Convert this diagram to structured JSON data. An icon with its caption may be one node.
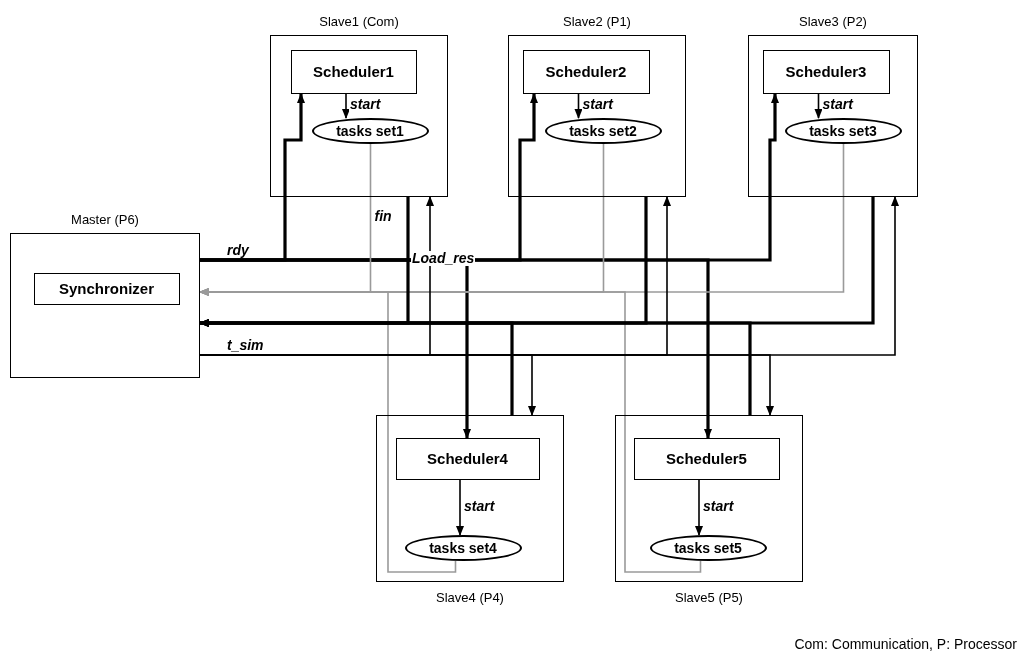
{
  "diagram": {
    "nodes": [
      {
        "text": [
          "Master (P6)"
        ]
      },
      {
        "text": [
          "Synchronizer"
        ],
        "in": 0
      },
      {
        "text": [
          "Slave1 (Com)"
        ]
      },
      {
        "text": [
          "Scheduler1"
        ],
        "in": 2
      },
      {
        "text": [
          "tasks set1"
        ],
        "in": 2
      },
      {
        "text": [
          "Slave2 (P1)"
        ]
      },
      {
        "text": [
          "Scheduler2"
        ],
        "in": 5
      },
      {
        "text": [
          "tasks set2"
        ],
        "in": 5
      },
      {
        "text": [
          "Slave3 (P2)"
        ]
      },
      {
        "text": [
          "Scheduler3"
        ],
        "in": 8
      },
      {
        "text": [
          "tasks set3"
        ],
        "in": 8
      },
      {
        "text": [
          "Slave4 (P4)"
        ]
      },
      {
        "text": [
          "Scheduler4"
        ],
        "in": 11
      },
      {
        "text": [
          "tasks set4"
        ],
        "in": 11
      },
      {
        "text": [
          "Slave5 (P5)"
        ]
      },
      {
        "text": [
          "Scheduler5"
        ],
        "in": 14
      },
      {
        "text": [
          "tasks set5"
        ],
        "in": 14
      }
    ],
    "edges": [
      {
        "from": 3,
        "to": 4,
        "arrow": "to",
        "label": "start"
      },
      {
        "from": 6,
        "to": 7,
        "arrow": "to",
        "label": "start"
      },
      {
        "from": 9,
        "to": 10,
        "arrow": "to",
        "label": "start"
      },
      {
        "from": 12,
        "to": 13,
        "arrow": "to",
        "label": "start"
      },
      {
        "from": 15,
        "to": 16,
        "arrow": "to",
        "label": "start"
      },
      {
        "from": 0,
        "to": 3,
        "arrow": "to",
        "style": "thick",
        "label": "rdy"
      },
      {
        "from": 0,
        "to": 6,
        "arrow": "to",
        "style": "thick"
      },
      {
        "from": 0,
        "to": 9,
        "arrow": "to",
        "style": "thick"
      },
      {
        "from": 0,
        "to": 12,
        "arrow": "to",
        "style": "thick"
      },
      {
        "from": 0,
        "to": 15,
        "arrow": "to",
        "style": "thick"
      },
      {
        "from": 4,
        "to": 0,
        "arrow": "to",
        "color": "#9a9a9a",
        "label": "fin"
      },
      {
        "from": 7,
        "to": 0,
        "arrow": "to",
        "color": "#9a9a9a"
      },
      {
        "from": 10,
        "to": 0,
        "arrow": "to",
        "color": "#9a9a9a"
      },
      {
        "from": 13,
        "to": 0,
        "arrow": "to",
        "color": "#9a9a9a"
      },
      {
        "from": 16,
        "to": 0,
        "arrow": "to",
        "color": "#9a9a9a"
      },
      {
        "from": 2,
        "to": 0,
        "arrow": "to",
        "style": "thick",
        "label": "Load_res"
      },
      {
        "from": 5,
        "to": 0,
        "arrow": "to",
        "style": "thick"
      },
      {
        "from": 8,
        "to": 0,
        "arrow": "to",
        "style": "thick"
      },
      {
        "from": 11,
        "to": 0,
        "arrow": "to",
        "style": "thick"
      },
      {
        "from": 14,
        "to": 0,
        "arrow": "to",
        "style": "thick"
      },
      {
        "from": 0,
        "to": 2,
        "arrow": "to",
        "label": "t_sim"
      },
      {
        "from": 0,
        "to": 5,
        "arrow": "to"
      },
      {
        "from": 0,
        "to": 8,
        "arrow": "to"
      },
      {
        "from": 0,
        "to": 11,
        "arrow": "to"
      },
      {
        "from": 0,
        "to": 14,
        "arrow": "to"
      }
    ],
    "labels": [
      "Com: Communication,  P: Processor"
    ]
  }
}
